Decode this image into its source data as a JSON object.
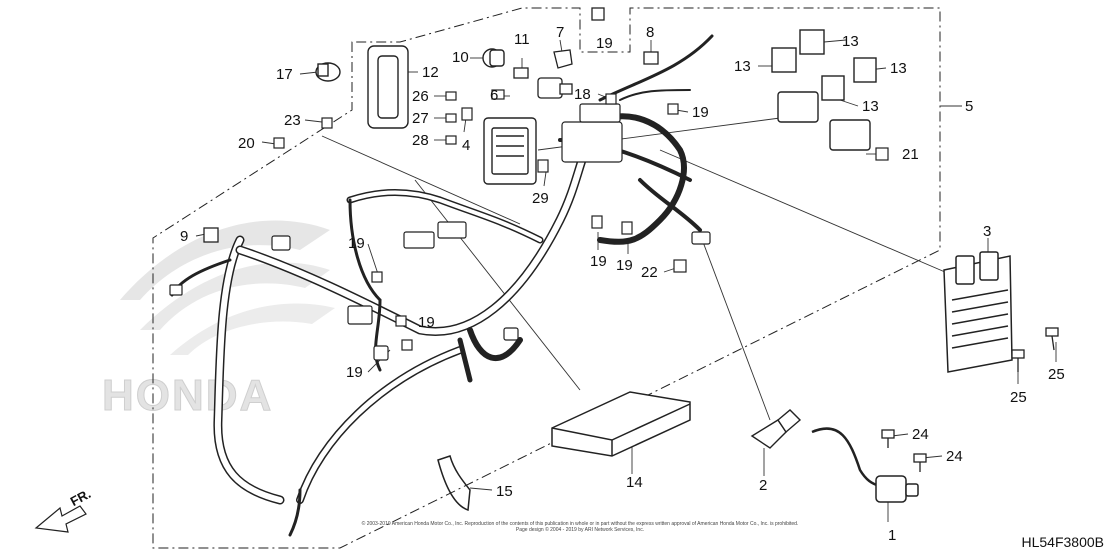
{
  "diagram": {
    "watermark_brand": "HONDA",
    "front_label": "FR.",
    "drawing_code": "HL54F3800B",
    "copyright_line1": "© 2003-2019 American Honda Motor Co., Inc. Reproduction of the contents of this publication in whole or in part without the express written approval of American Honda Motor Co., Inc. is prohibited.",
    "copyright_line2": "Page design © 2004 - 2019 by ARI Network Services, Inc.",
    "callouts": {
      "c1": "1",
      "c2": "2",
      "c3": "3",
      "c4": "4",
      "c5": "5",
      "c6": "6",
      "c7": "7",
      "c8": "8",
      "c9": "9",
      "c10": "10",
      "c11": "11",
      "c12": "12",
      "c13": "13",
      "c14": "14",
      "c15": "15",
      "c17": "17",
      "c18": "18",
      "c19": "19",
      "c20": "20",
      "c21": "21",
      "c22": "22",
      "c23": "23",
      "c24": "24",
      "c25": "25",
      "c26": "26",
      "c27": "27",
      "c28": "28",
      "c29": "29"
    }
  }
}
